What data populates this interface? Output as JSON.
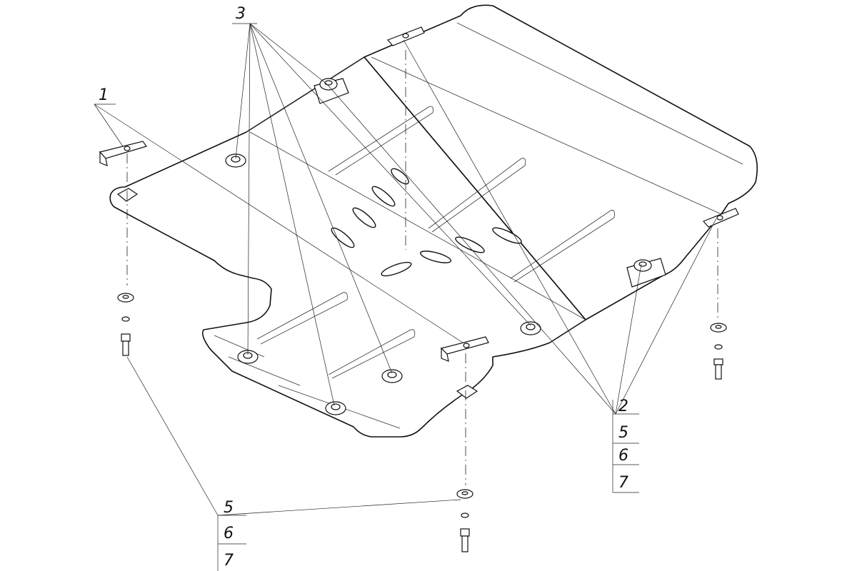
{
  "callouts": {
    "c1": "1",
    "c3": "3",
    "right_stack": [
      "2",
      "5",
      "6",
      "7"
    ],
    "bottom_stack": [
      "5",
      "6",
      "7"
    ]
  }
}
